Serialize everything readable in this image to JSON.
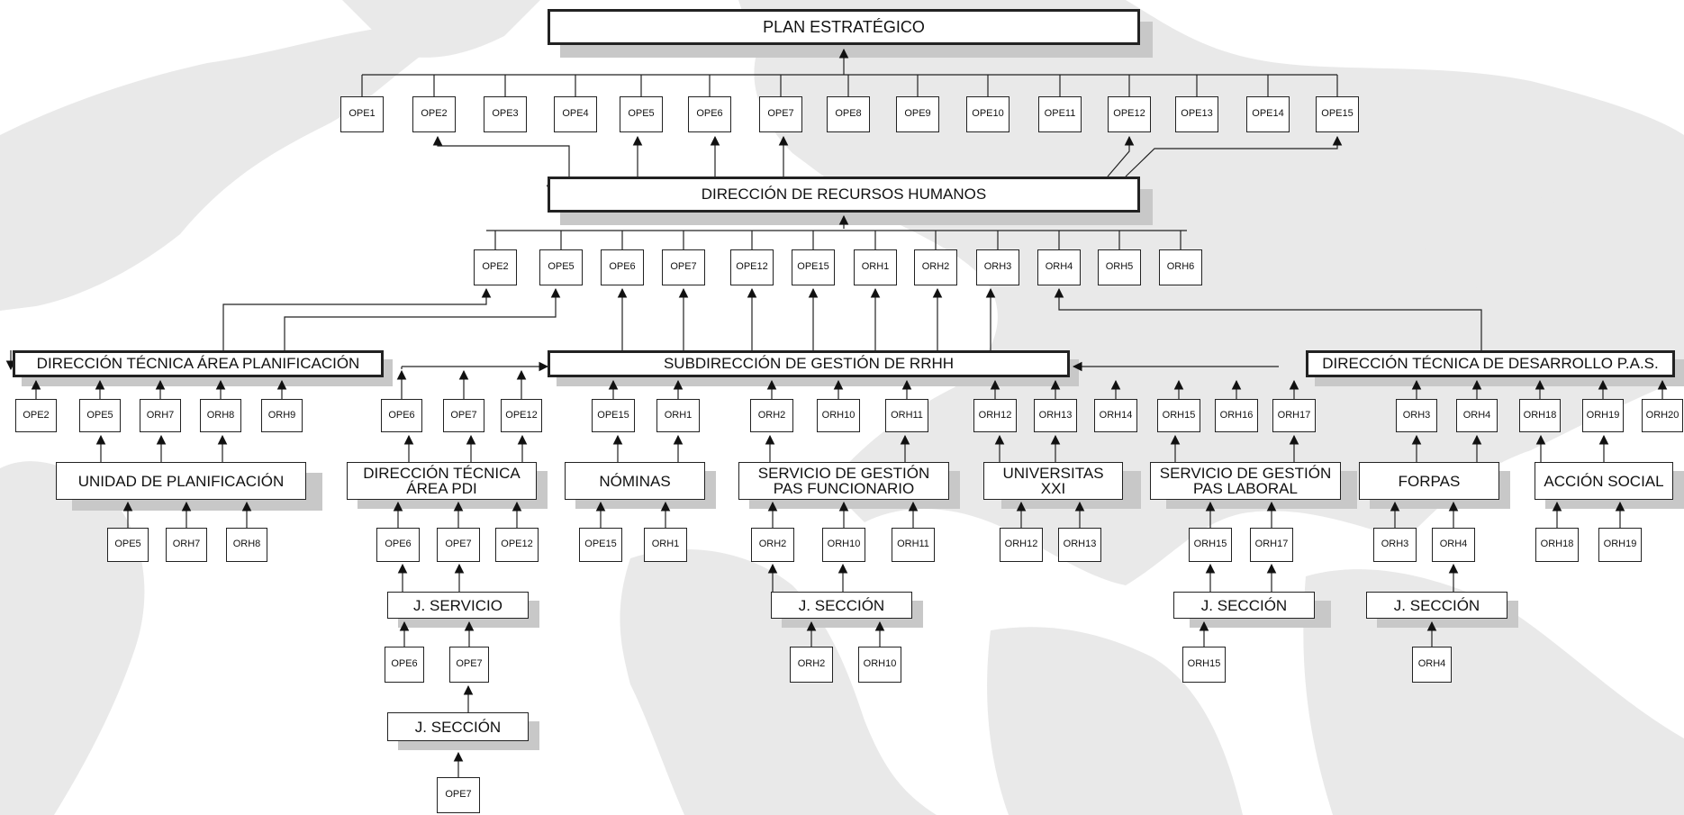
{
  "colors": {
    "line": "#222222",
    "shadow": "#c8c8c8",
    "map": "#e8e8e8",
    "box_border": "#222222"
  },
  "nodes": {
    "plan": {
      "label": "PLAN ESTRATÉGICO"
    },
    "top_ope": [
      "OPE1",
      "OPE2",
      "OPE3",
      "OPE4",
      "OPE5",
      "OPE6",
      "OPE7",
      "OPE8",
      "OPE9",
      "OPE10",
      "OPE11",
      "OPE12",
      "OPE13",
      "OPE14",
      "OPE15"
    ],
    "drh": {
      "label": "DIRECCIÓN DE RECURSOS HUMANOS"
    },
    "drh_objs": [
      "OPE2",
      "OPE5",
      "OPE6",
      "OPE7",
      "OPE12",
      "OPE15",
      "ORH1",
      "ORH2",
      "ORH3",
      "ORH4",
      "ORH5",
      "ORH6"
    ],
    "dtap": {
      "label": "DIRECCIÓN TÉCNICA ÁREA PLANIFICACIÓN"
    },
    "sub": {
      "label": "SUBDIRECCIÓN DE GESTIÓN DE RRHH"
    },
    "dtpas": {
      "label": "DIRECCIÓN TÉCNICA DE DESARROLLO P.A.S."
    },
    "dtap_objs": [
      "OPE2",
      "OPE5",
      "ORH7",
      "ORH8",
      "ORH9"
    ],
    "pdi_objs": [
      "OPE6",
      "OPE7",
      "OPE12"
    ],
    "sub_objs": [
      "OPE15",
      "ORH1",
      "ORH2",
      "ORH10",
      "ORH11",
      "ORH12",
      "ORH13",
      "ORH14",
      "ORH15",
      "ORH16",
      "ORH17"
    ],
    "pas_objs": [
      "ORH3",
      "ORH4",
      "ORH18",
      "ORH19",
      "ORH20"
    ],
    "unidad": {
      "label": "UNIDAD DE PLANIFICACIÓN",
      "objs": [
        "OPE5",
        "ORH7",
        "ORH8"
      ]
    },
    "dtpdi": {
      "label": "DIRECCIÓN TÉCNICA\nÁREA PDI",
      "objs": [
        "OPE6",
        "OPE7",
        "OPE12"
      ]
    },
    "jserv": {
      "label": "J. SERVICIO",
      "objs": [
        "OPE6",
        "OPE7"
      ]
    },
    "jsec_pdi": {
      "label": "J. SECCIÓN",
      "objs": [
        "OPE7"
      ]
    },
    "nominas": {
      "label": "NÓMINAS",
      "objs": [
        "OPE15",
        "ORH1"
      ]
    },
    "spf": {
      "label": "SERVICIO DE GESTIÓN\nPAS FUNCIONARIO",
      "objs": [
        "ORH2",
        "ORH10",
        "ORH11"
      ]
    },
    "jsec_spf": {
      "label": "J. SECCIÓN",
      "objs": [
        "ORH2",
        "ORH10"
      ]
    },
    "uxxi": {
      "label": "UNIVERSITAS\nXXI",
      "objs": [
        "ORH12",
        "ORH13"
      ]
    },
    "spl": {
      "label": "SERVICIO DE GESTIÓN\nPAS LABORAL",
      "objs": [
        "ORH15",
        "ORH17"
      ]
    },
    "jsec_spl": {
      "label": "J. SECCIÓN",
      "objs": [
        "ORH15"
      ]
    },
    "forpas": {
      "label": "FORPAS",
      "objs": [
        "ORH3",
        "ORH4"
      ]
    },
    "jsec_for": {
      "label": "J. SECCIÓN",
      "objs": [
        "ORH4"
      ]
    },
    "social": {
      "label": "ACCIÓN SOCIAL",
      "objs": [
        "ORH18",
        "ORH19"
      ]
    }
  }
}
